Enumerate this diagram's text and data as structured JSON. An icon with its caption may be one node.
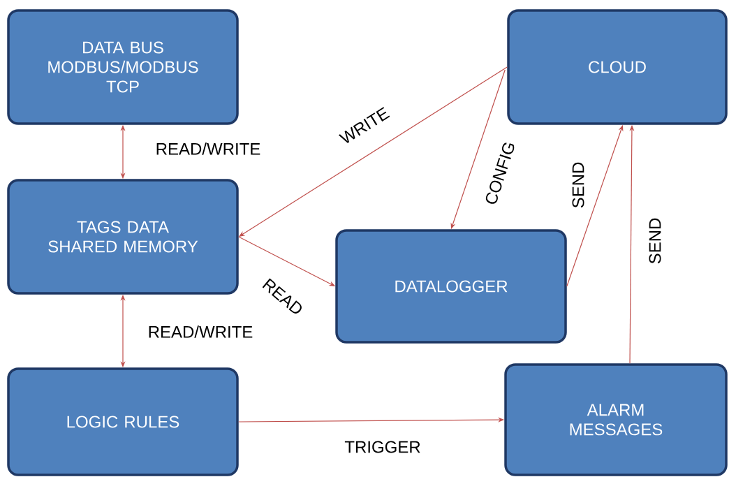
{
  "diagram": {
    "nodes": [
      {
        "text": [
          "DATA BUS MODBUS/MODBUS TCP"
        ]
      },
      {
        "text": [
          "CLOUD"
        ]
      },
      {
        "text": [
          "TAGS DATA SHARED MEMORY"
        ]
      },
      {
        "text": [
          "DATALOGGER"
        ]
      },
      {
        "text": [
          "LOGIC RULES"
        ]
      },
      {
        "text": [
          "ALARM MESSAGES"
        ]
      }
    ],
    "edges": [
      {
        "from": 0,
        "to": 2,
        "arrow": "both",
        "label": "READ/WRITE"
      },
      {
        "from": 1,
        "to": 2,
        "arrow": "to",
        "label": "WRITE"
      },
      {
        "from": 1,
        "to": 3,
        "arrow": "to",
        "label": "CONFIG"
      },
      {
        "from": 2,
        "to": 3,
        "arrow": "to",
        "label": "READ"
      },
      {
        "from": 3,
        "to": 1,
        "arrow": "to",
        "label": "SEND"
      },
      {
        "from": 5,
        "to": 1,
        "arrow": "to",
        "label": "SEND"
      },
      {
        "from": 2,
        "to": 4,
        "arrow": "both",
        "label": "READ/WRITE"
      },
      {
        "from": 4,
        "to": 5,
        "arrow": "to",
        "label": "TRIGGER"
      }
    ]
  }
}
